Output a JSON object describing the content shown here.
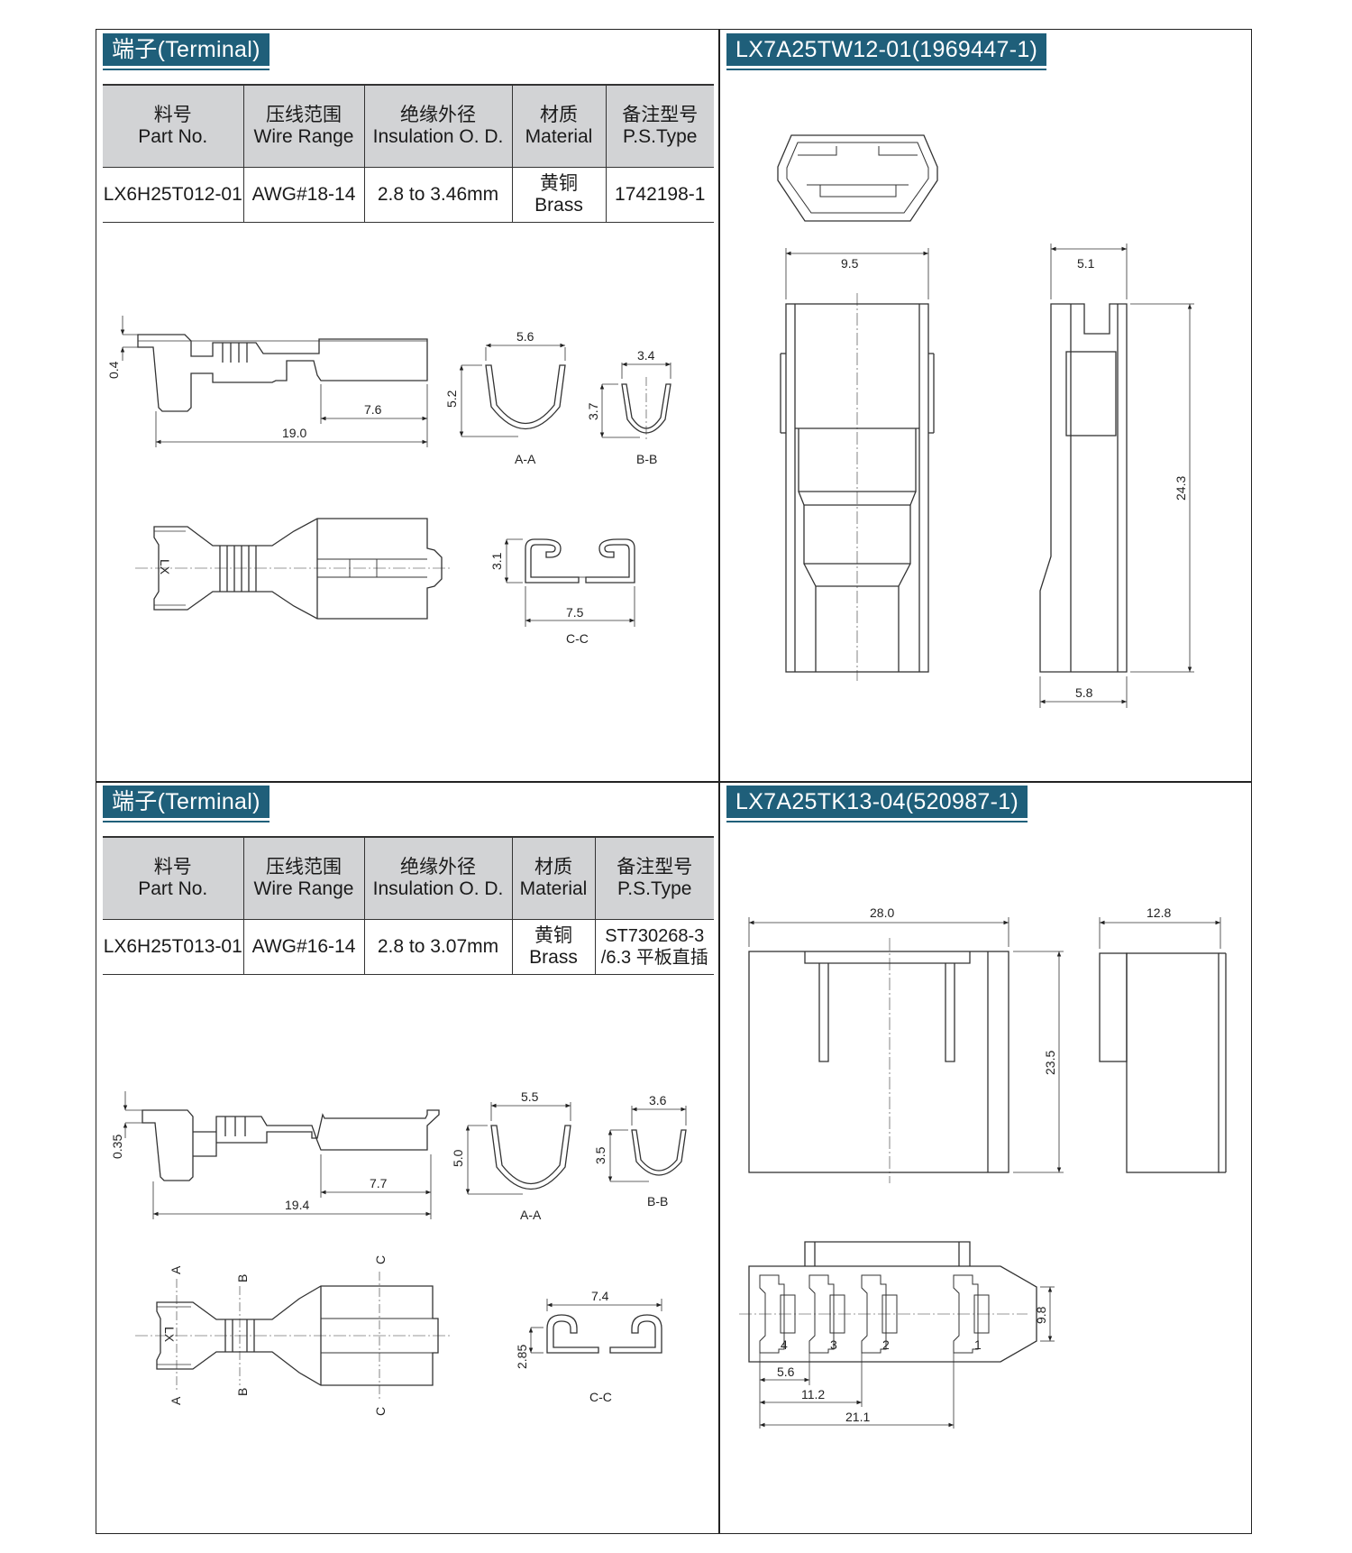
{
  "panels": {
    "tl": {
      "title": "端子(Terminal)",
      "headers": [
        {
          "cn": "料号",
          "en": "Part No."
        },
        {
          "cn": "压线范围",
          "en": "Wire Range"
        },
        {
          "cn": "绝缘外径",
          "en": "Insulation O. D."
        },
        {
          "cn": "材质",
          "en": "Material"
        },
        {
          "cn": "备注型号",
          "en": "P.S.Type"
        }
      ],
      "row": {
        "part_no": "LX6H25T012-01",
        "wire_range": "AWG#18-14",
        "insulation": "2.8  to  3.46mm",
        "material_cn": "黄铜",
        "material_en": "Brass",
        "ps_type": "1742198-1"
      },
      "dims": {
        "thk": "0.4",
        "d76": "7.6",
        "d190": "19.0",
        "aa_w": "5.6",
        "aa_h": "5.2",
        "bb_w": "3.4",
        "bb_h": "3.7",
        "cc_h": "3.1",
        "cc_w": "7.5"
      },
      "labels": {
        "aa": "A-A",
        "bb": "B-B",
        "cc": "C-C",
        "mark": "LX"
      }
    },
    "tr": {
      "title": "LX7A25TW12-01(1969447-1)",
      "dims": {
        "w95": "9.5",
        "w51": "5.1",
        "h243": "24.3",
        "w58": "5.8"
      }
    },
    "bl": {
      "title": "端子(Terminal)",
      "headers": [
        {
          "cn": "料号",
          "en": "Part No."
        },
        {
          "cn": "压线范围",
          "en": "Wire Range"
        },
        {
          "cn": "绝缘外径",
          "en": "Insulation O. D."
        },
        {
          "cn": "材质",
          "en": "Material"
        },
        {
          "cn": "备注型号",
          "en": "P.S.Type"
        }
      ],
      "row": {
        "part_no": "LX6H25T013-01",
        "wire_range": "AWG#16-14",
        "insulation": "2.8  to  3.07mm",
        "material_cn": "黄铜",
        "material_en": "Brass",
        "ps_type_1": "ST730268-3",
        "ps_type_2": "/6.3 平板直插"
      },
      "dims": {
        "thk": "0.35",
        "d77": "7.7",
        "d194": "19.4",
        "aa_w": "5.5",
        "aa_h": "5.0",
        "bb_w": "3.6",
        "bb_h": "3.5",
        "cc_w": "7.4",
        "cc_h": "2.85"
      },
      "labels": {
        "aa": "A-A",
        "bb": "B-B",
        "cc": "C-C",
        "a": "A",
        "b": "B",
        "c": "C",
        "mark": "LX"
      }
    },
    "br": {
      "title": "LX7A25TK13-04(520987-1)",
      "dims": {
        "w280": "28.0",
        "w128": "12.8",
        "h235": "23.5",
        "h98": "9.8",
        "d56": "5.6",
        "d112": "11.2",
        "d211": "21.1"
      },
      "pins": [
        "4",
        "3",
        "2",
        "1"
      ]
    }
  }
}
